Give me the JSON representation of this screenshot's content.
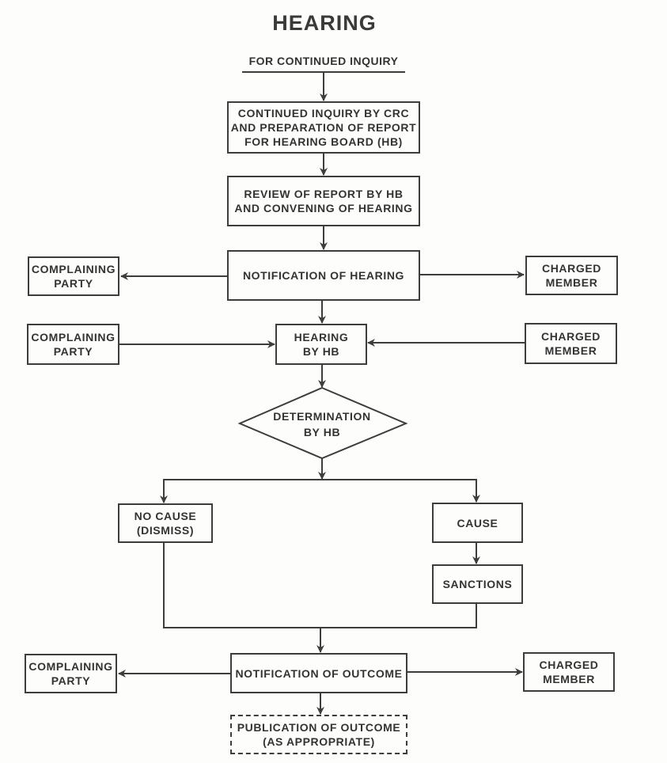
{
  "title": "HEARING",
  "subheading": "FOR CONTINUED INQUIRY",
  "nodes": {
    "continued_inquiry": "CONTINUED INQUIRY BY CRC\nAND PREPARATION OF REPORT\nFOR HEARING BOARD (HB)",
    "review_report": "REVIEW OF REPORT BY HB\nAND CONVENING OF HEARING",
    "notification_hearing": "NOTIFICATION OF HEARING",
    "complaining_party_1": "COMPLAINING\nPARTY",
    "charged_member_1": "CHARGED\nMEMBER",
    "hearing_by_hb": "HEARING\nBY HB",
    "complaining_party_2": "COMPLAINING\nPARTY",
    "charged_member_2": "CHARGED\nMEMBER",
    "determination": "DETERMINATION\nBY HB",
    "no_cause": "NO CAUSE\n(DISMISS)",
    "cause": "CAUSE",
    "sanctions": "SANCTIONS",
    "notification_outcome": "NOTIFICATION OF OUTCOME",
    "complaining_party_3": "COMPLAINING\nPARTY",
    "charged_member_3": "CHARGED\nMEMBER",
    "publication": "PUBLICATION OF OUTCOME\n(AS APPROPRIATE)"
  },
  "colors": {
    "line": "#3d3d3d",
    "background": "#fdfdfb",
    "text": "#333333"
  }
}
